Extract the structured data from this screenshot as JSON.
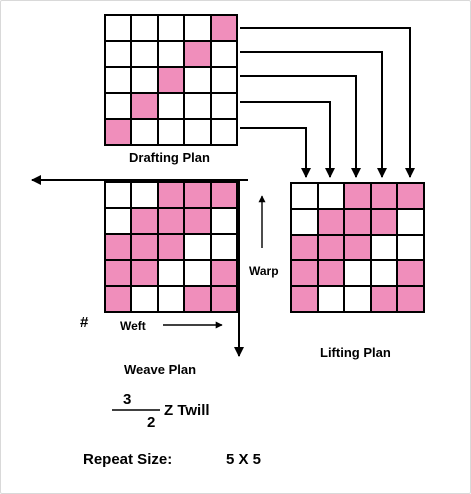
{
  "labels": {
    "drafting_plan": "Drafting Plan",
    "weave_plan": "Weave Plan",
    "lifting_plan": "Lifting Plan",
    "warp": "Warp",
    "weft": "Weft",
    "hash": "#",
    "numerator": "3",
    "denominator": "2",
    "twill_name": "Z Twill",
    "repeat_label": "Repeat Size:",
    "repeat_value": "5 X 5"
  },
  "grids": {
    "drafting": [
      [
        0,
        0,
        0,
        0,
        1
      ],
      [
        0,
        0,
        0,
        1,
        0
      ],
      [
        0,
        0,
        1,
        0,
        0
      ],
      [
        0,
        1,
        0,
        0,
        0
      ],
      [
        1,
        0,
        0,
        0,
        0
      ]
    ],
    "weave": [
      [
        0,
        0,
        1,
        1,
        1
      ],
      [
        0,
        1,
        1,
        1,
        0
      ],
      [
        1,
        1,
        1,
        0,
        0
      ],
      [
        1,
        1,
        0,
        0,
        1
      ],
      [
        1,
        0,
        0,
        1,
        1
      ]
    ],
    "lifting": [
      [
        0,
        0,
        1,
        1,
        1
      ],
      [
        0,
        1,
        1,
        1,
        0
      ],
      [
        1,
        1,
        1,
        0,
        0
      ],
      [
        1,
        1,
        0,
        0,
        1
      ],
      [
        1,
        0,
        0,
        1,
        1
      ]
    ]
  },
  "colors": {
    "filled": "#f08ebb",
    "empty": "#ffffff",
    "lines": "#000000"
  }
}
